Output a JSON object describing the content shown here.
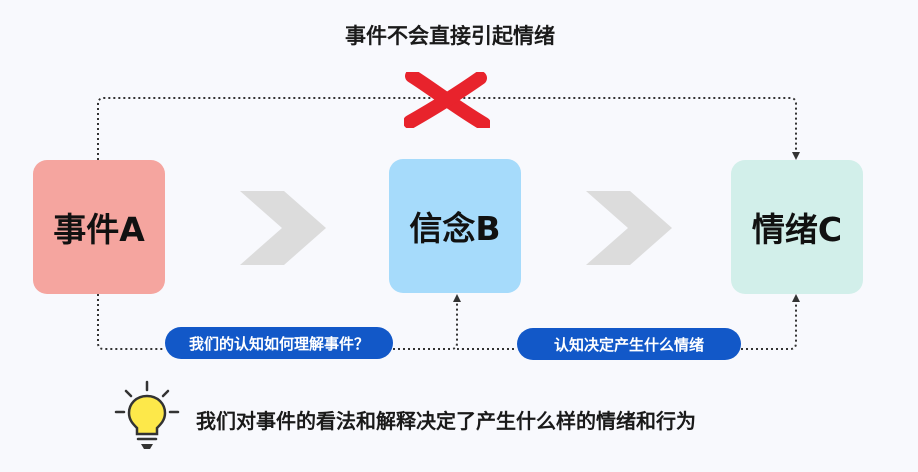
{
  "title": "事件不会直接引起情绪",
  "boxes": {
    "a": "事件A",
    "b": "信念B",
    "c": "情绪C"
  },
  "pills": {
    "interpret": "我们的认知如何理解事件？",
    "decide": "认知决定产生什么情绪"
  },
  "conclusion": "我们对事件的看法和解释决定了产生什么样的情绪和行为",
  "colors": {
    "event_box": "#f5a59f",
    "belief_box": "#a6dbfb",
    "emotion_box": "#d2efea",
    "pill": "#1258c8",
    "cross": "#e8232c",
    "bulb": "#fde84a",
    "flow_arrow": "#dcdcdc"
  },
  "icons": {
    "cross": "x-mark-icon",
    "bulb": "lightbulb-icon",
    "flow": "chevron-right-icon"
  }
}
